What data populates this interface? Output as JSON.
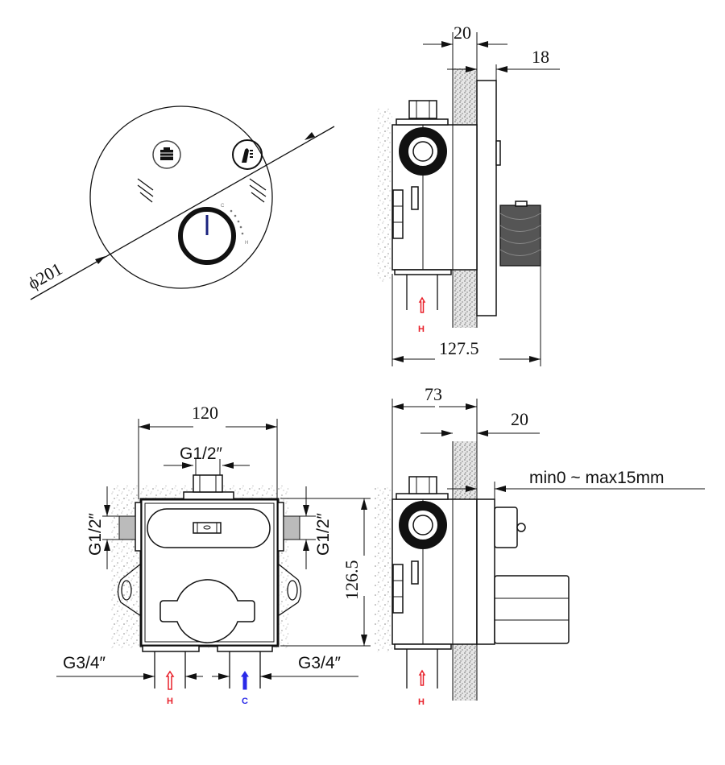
{
  "drawing": {
    "front_panel": {
      "diameter_label": "ϕ201",
      "button_left_icon": "bath-tub-icon",
      "button_right_icon": "hand-shower-icon",
      "knob_scale_labels": [
        "C",
        "H"
      ]
    },
    "side_view_top": {
      "wall_thickness": "20",
      "panel_offset": "18",
      "overall_depth": "127.5",
      "inlet_label": "H"
    },
    "front_body_view": {
      "width": "120",
      "top_outlet": "G1/2″",
      "left_outlet": "G1/2″",
      "right_outlet": "G1/2″",
      "height": "126.5",
      "left_inlet": "G3/4″",
      "right_inlet": "G3/4″",
      "hot_label": "H",
      "cold_label": "C"
    },
    "side_view_bottom": {
      "body_depth": "73",
      "wall_thickness": "20",
      "adjust_range": "min0 ~ max15mm",
      "inlet_label": "H"
    },
    "colors": {
      "hot": "#e8202a",
      "cold": "#2a2ae8",
      "line": "#111111",
      "plaster": "#bdbdbd"
    }
  }
}
